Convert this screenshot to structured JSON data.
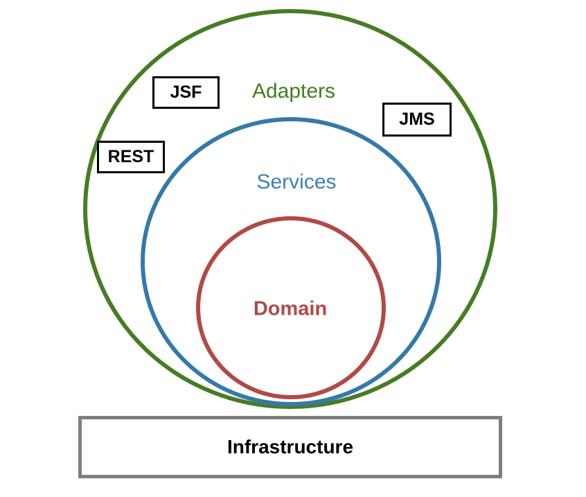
{
  "diagram": {
    "type": "concentric-architecture",
    "layers": [
      {
        "id": "adapters",
        "label": "Adapters",
        "ring_color": "#467d23",
        "label_color": "#3e7e22"
      },
      {
        "id": "services",
        "label": "Services",
        "ring_color": "#3579ab",
        "label_color": "#3d82b4"
      },
      {
        "id": "domain",
        "label": "Domain",
        "ring_color": "#b14a46",
        "label_color": "#b04a47"
      }
    ],
    "adapter_boxes": [
      {
        "label": "JSF",
        "border_color": "#000000"
      },
      {
        "label": "REST",
        "border_color": "#000000"
      },
      {
        "label": "JMS",
        "border_color": "#000000"
      }
    ],
    "infrastructure": {
      "label": "Infrastructure",
      "border_color": "#7f7f7f",
      "text_color": "#000000"
    }
  }
}
